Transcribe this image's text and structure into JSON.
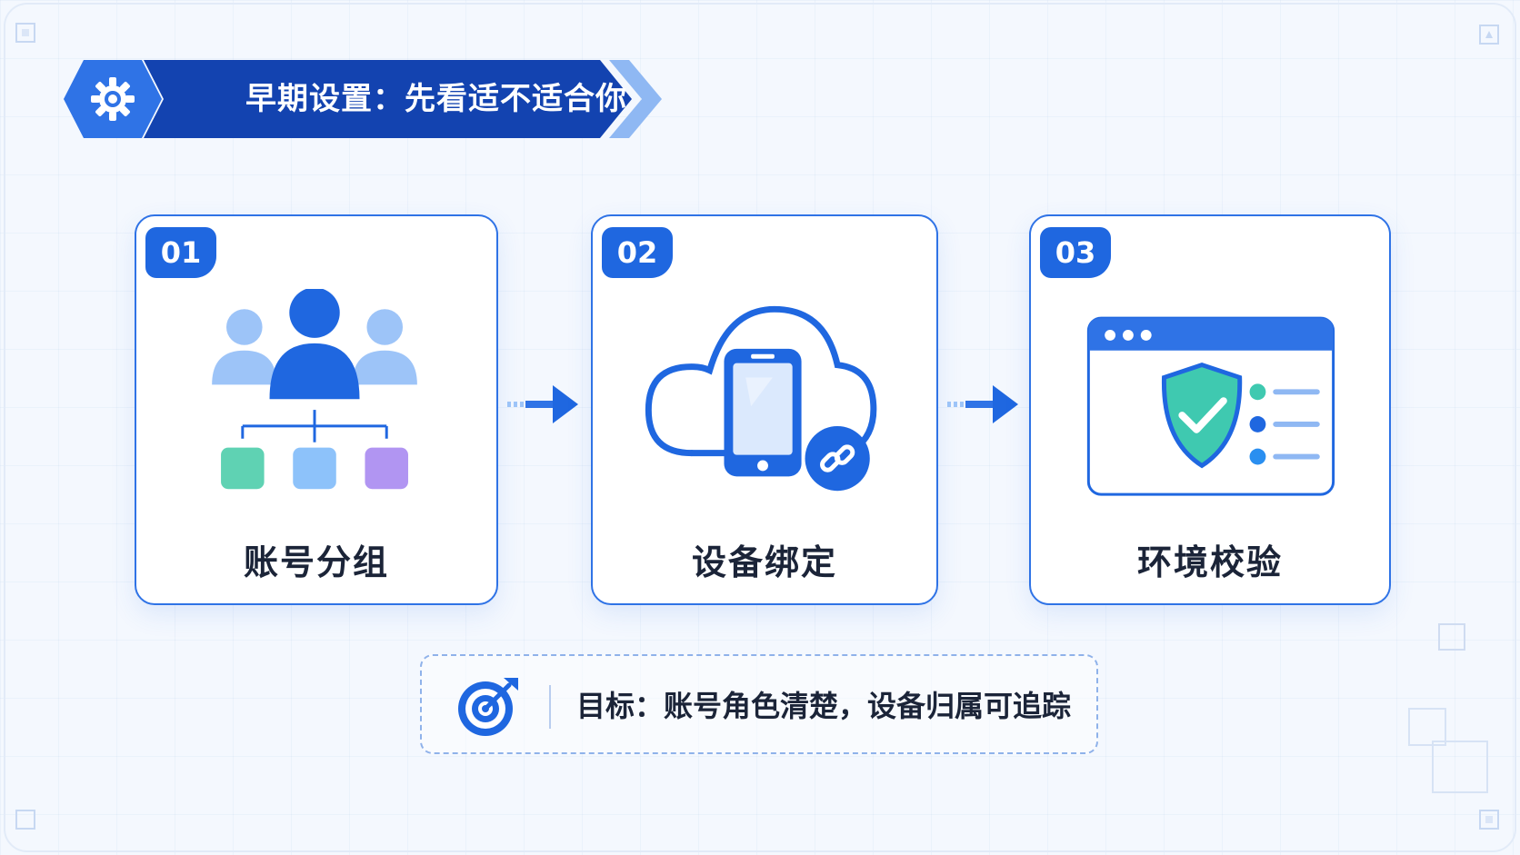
{
  "header": {
    "title": "早期设置：先看适不适合你",
    "icon": "gear-icon"
  },
  "steps": [
    {
      "number": "01",
      "label": "账号分组",
      "icon": "account-group-icon"
    },
    {
      "number": "02",
      "label": "设备绑定",
      "icon": "cloud-phone-link-icon"
    },
    {
      "number": "03",
      "label": "环境校验",
      "icon": "browser-shield-check-icon"
    }
  ],
  "goal": {
    "text": "目标：账号角色清楚，设备归属可追踪",
    "icon": "target-icon"
  },
  "colors": {
    "primary": "#1f67e0",
    "navy": "#1343b0",
    "light_blue": "#9dc4f8",
    "teal": "#3fc9b0",
    "purple": "#a98bf0"
  }
}
